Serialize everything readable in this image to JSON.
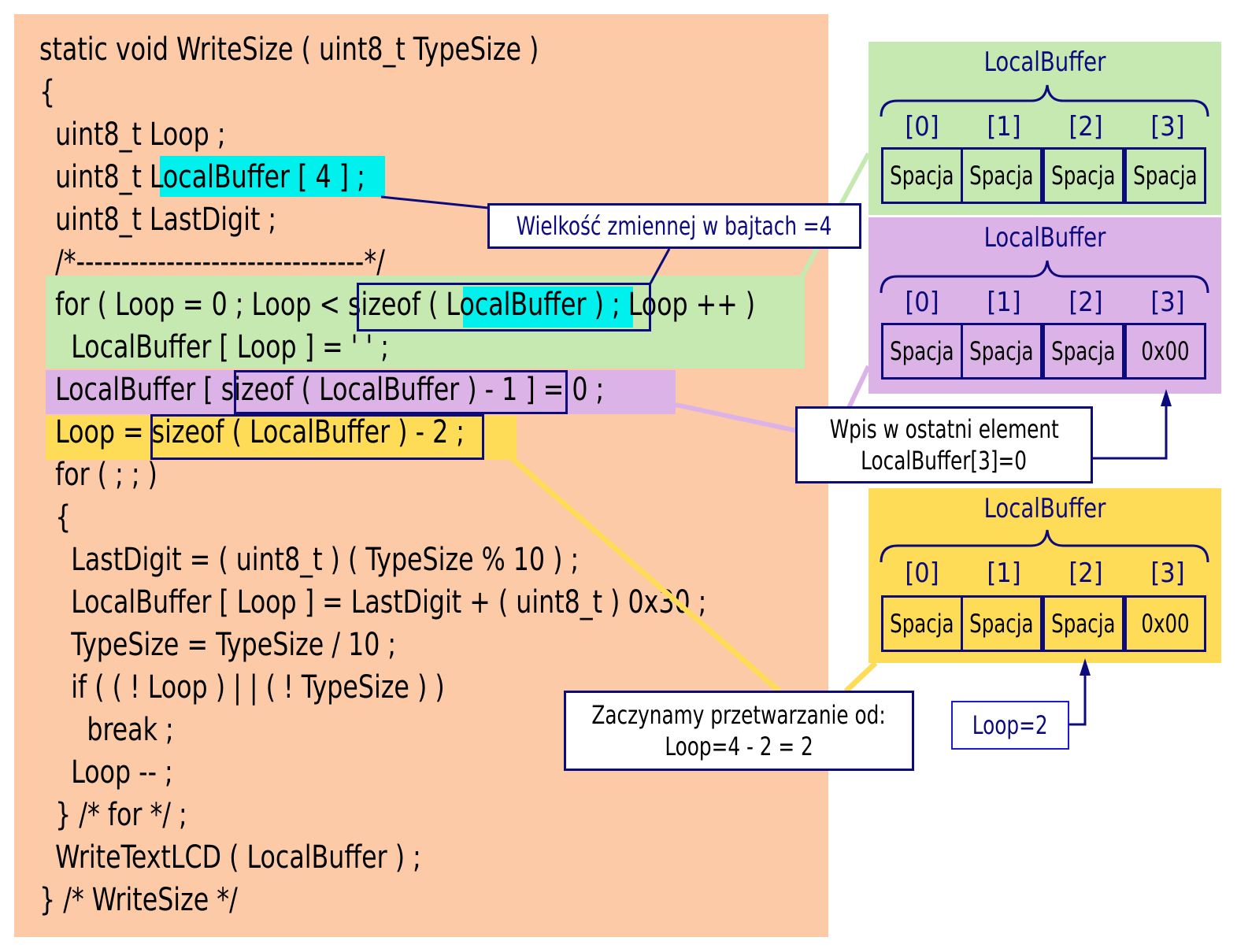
{
  "colors": {
    "code_background": "#fdcaa7",
    "green": "#c6e9b2",
    "purple": "#dbb3e6",
    "yellow": "#fedc58",
    "cyan": "#00f0ee",
    "navy": "#0c0a7c",
    "blue": "#1a1ad4"
  },
  "code": {
    "lines": [
      "static void WriteSize ( uint8_t TypeSize )",
      "{",
      "  uint8_t Loop ;",
      "  uint8_t LocalBuffer [ 4 ] ;",
      "  uint8_t LastDigit ;",
      "  /*--------------------------------*/",
      "  for ( Loop = 0 ; Loop < sizeof ( LocalBuffer ) ; Loop ++ )",
      "    LocalBuffer [ Loop ] = ' ' ;",
      "  LocalBuffer [ sizeof ( LocalBuffer ) - 1 ] = 0 ;",
      "  Loop = sizeof ( LocalBuffer ) - 2 ;",
      "  for ( ; ; )",
      "  {",
      "    LastDigit = ( uint8_t ) ( TypeSize % 10 ) ;",
      "    LocalBuffer [ Loop ] = LastDigit + ( uint8_t ) 0x30 ;",
      "    TypeSize = TypeSize / 10 ;",
      "    if ( ( ! Loop ) | | ( ! TypeSize ) )",
      "      break ;",
      "    Loop -- ;",
      "  } /* for */ ;",
      "  WriteTextLCD ( LocalBuffer ) ;",
      "} /* WriteSize */"
    ]
  },
  "panels": [
    {
      "title": "LocalBuffer",
      "indices": [
        "[0]",
        "[1]",
        "[2]",
        "[3]"
      ],
      "cells": [
        "Spacja",
        "Spacja",
        "Spacja",
        "Spacja"
      ]
    },
    {
      "title": "LocalBuffer",
      "indices": [
        "[0]",
        "[1]",
        "[2]",
        "[3]"
      ],
      "cells": [
        "Spacja",
        "Spacja",
        "Spacja",
        "0x00"
      ]
    },
    {
      "title": "LocalBuffer",
      "indices": [
        "[0]",
        "[1]",
        "[2]",
        "[3]"
      ],
      "cells": [
        "Spacja",
        "Spacja",
        "Spacja",
        "0x00"
      ]
    }
  ],
  "notes": {
    "size_note": "Wielkość zmiennej w bajtach =4",
    "last_element_line1": "Wpis w ostatni element",
    "last_element_line2": "LocalBuffer[3]=0",
    "start_line1": "Zaczynamy przetwarzanie od:",
    "start_line2": "Loop=4 - 2 = 2",
    "loop_label": "Loop=2"
  }
}
